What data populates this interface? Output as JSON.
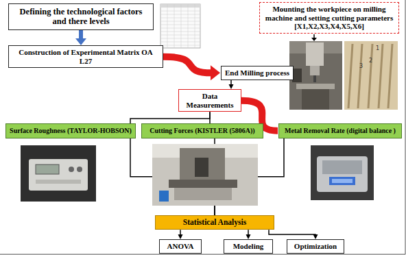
{
  "diagram": {
    "nodes": [
      {
        "text": [
          "Defining the technological factors and there levels"
        ]
      },
      {
        "text": [
          "Construction of Experimental Matrix OA L27"
        ]
      },
      {
        "text": [
          "Mounting the workpiece on milling machine and setting cutting parameters [X1,X2,X3,X4,X5,X6]"
        ]
      },
      {
        "text": [
          "End Milling process"
        ]
      },
      {
        "text": [
          "Data Measurements"
        ]
      },
      {
        "text": [
          "Surface Roughness (TAYLOR-HOBSON)"
        ]
      },
      {
        "text": [
          "Cutting Forces (KISTLER (5806A))"
        ]
      },
      {
        "text": [
          "Metal Removal Rate (digital balance )"
        ]
      },
      {
        "text": [
          "Statistical Analysis"
        ]
      },
      {
        "text": [
          "ANOVA"
        ]
      },
      {
        "text": [
          "Modeling"
        ]
      },
      {
        "text": [
          "Optimization"
        ]
      }
    ],
    "edges": [
      {
        "from": 0,
        "to": 1,
        "arrow": "to"
      },
      {
        "from": 1,
        "to": 3,
        "arrow": "to"
      },
      {
        "from": 3,
        "to": 4,
        "arrow": "to"
      },
      {
        "from": 4,
        "to": 5,
        "arrow": "none"
      },
      {
        "from": 4,
        "to": 6,
        "arrow": "none"
      },
      {
        "from": 4,
        "to": 7,
        "arrow": "none"
      },
      {
        "from": 5,
        "to": 8,
        "arrow": "none"
      },
      {
        "from": 6,
        "to": 8,
        "arrow": "none"
      },
      {
        "from": 7,
        "to": 8,
        "arrow": "none"
      },
      {
        "from": 8,
        "to": 9,
        "arrow": "to"
      },
      {
        "from": 8,
        "to": 10,
        "arrow": "to"
      },
      {
        "from": 8,
        "to": 11,
        "arrow": "to"
      }
    ],
    "labels": [
      "1",
      "2",
      "3"
    ]
  }
}
